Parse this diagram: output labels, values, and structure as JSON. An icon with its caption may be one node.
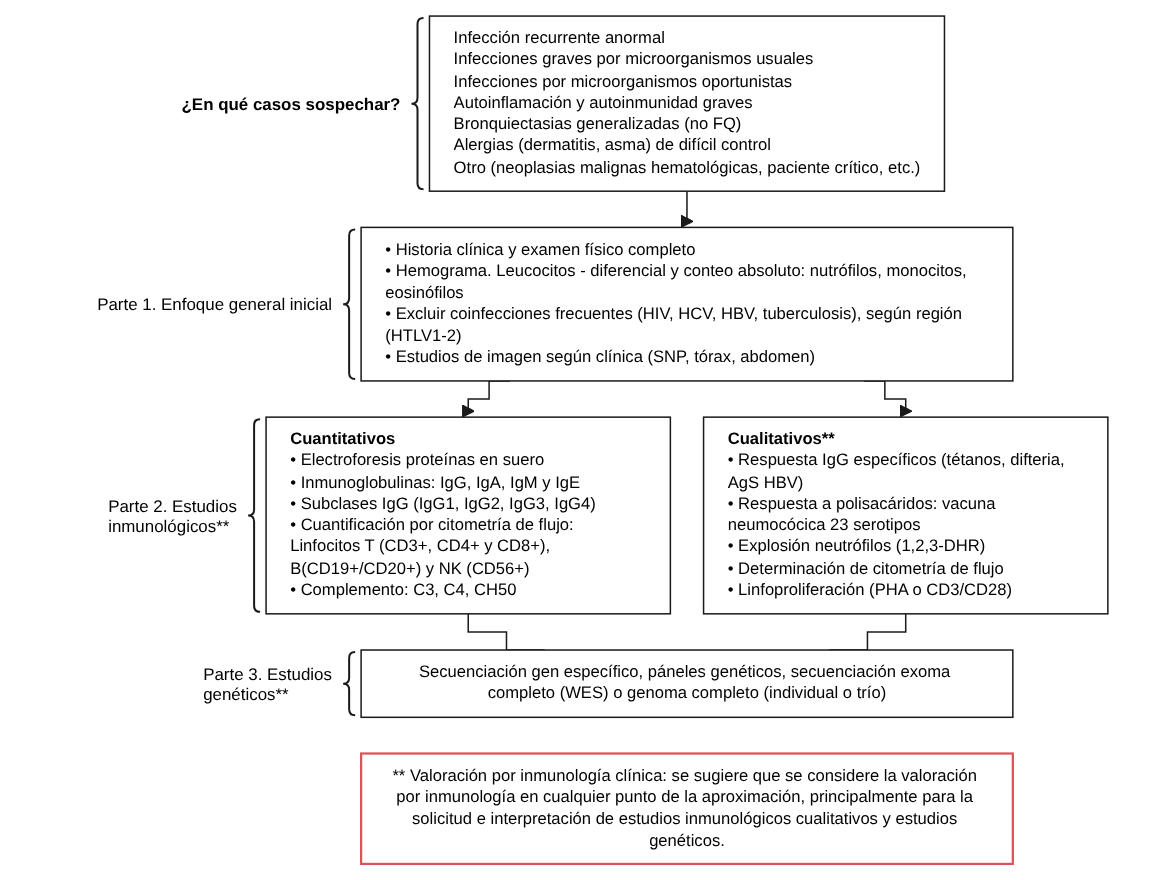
{
  "diagram": {
    "nodes": [
      {
        "text": [
          "Infección recurrente anormal",
          "Infecciones graves por microorganismos usuales",
          "Infecciones por microorganismos oportunistas",
          "Autoinflamación y autoinmunidad graves",
          "Bronquiectasias generalizadas (no FQ)",
          "Alergias (dermatitis, asma) de difícil control",
          "Otro (neoplasias malignas hematológicas, paciente crítico, etc.)"
        ],
        "beside": [
          "¿En qué casos sospechar?"
        ]
      },
      {
        "text": [
          "• Historia clínica y examen físico completo",
          "• Hemograma. Leucocitos - diferencial y conteo absoluto: nutrófilos, monocitos, eosinófilos",
          "• Excluir coinfecciones frecuentes (HIV, HCV, HBV, tuberculosis), según región (HTLV1-2)",
          "• Estudios de imagen según clínica (SNP, tórax, abdomen)"
        ],
        "beside": [
          "Parte 1. Enfoque general inicial"
        ]
      },
      {
        "text": [
          "Cuantitativos",
          "• Electroforesis proteínas en suero",
          "• Inmunoglobulinas: IgG, IgA, IgM y IgE",
          "• Subclases IgG (IgG1, IgG2, IgG3, IgG4)",
          "• Cuantificación por citometría de flujo: Linfocitos T (CD3+, CD4+ y CD8+), B(CD19+/CD20+) y NK (CD56+)",
          "• Complemento: C3, C4, CH50"
        ],
        "beside": [
          "Parte 2. Estudios inmunológicos**"
        ]
      },
      {
        "text": [
          "Cualitativos**",
          "• Respuesta IgG específicos (tétanos, difteria, AgS HBV)",
          "• Respuesta a polisacáridos: vacuna neumocócica 23 serotipos",
          "• Explosión neutrófilos (1,2,3-DHR)",
          "• Determinación de citometría de flujo",
          "• Linfoproliferación (PHA o CD3/CD28)"
        ]
      },
      {
        "text": [
          "Secuenciación gen específico, páneles genéticos, secuenciación exoma completo (WES) o genoma completo (individual o trío)"
        ],
        "beside": [
          "Parte 3. Estudios genéticos**"
        ]
      },
      {
        "text": [
          "** Valoración por inmunología clínica: se sugiere que se considere la valoración por inmunología en cualquier punto de la aproximación, principalmente para la solicitud e interpretación de estudios inmunológicos cualitativos y estudios genéticos."
        ]
      }
    ],
    "edges": [
      {
        "from": 0,
        "to": 1,
        "arrow": "to"
      },
      {
        "from": 1,
        "to": 2,
        "arrow": "to"
      },
      {
        "from": 1,
        "to": 3,
        "arrow": "to"
      },
      {
        "from": 2,
        "to": 4,
        "arrow": "none"
      },
      {
        "from": 3,
        "to": 4,
        "arrow": "none"
      }
    ]
  }
}
